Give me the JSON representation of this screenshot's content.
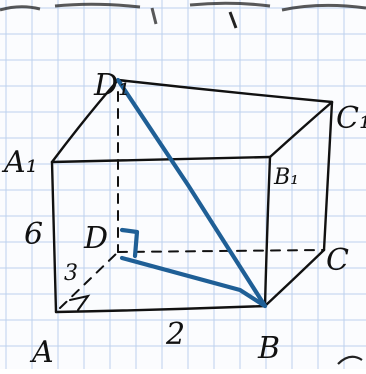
{
  "diagram": {
    "vertices": {
      "A1": "A₁",
      "B1": "B₁",
      "C1": "C₁",
      "D1": "D₁",
      "A": "A",
      "B": "B",
      "C": "C",
      "D": "D"
    },
    "measures": {
      "edge_AA1": "6",
      "edge_AD": "3",
      "edge_AB": "2"
    },
    "colors": {
      "edges": "#111111",
      "highlight": "#1f5f96",
      "grid": "#bcd1ee"
    }
  }
}
